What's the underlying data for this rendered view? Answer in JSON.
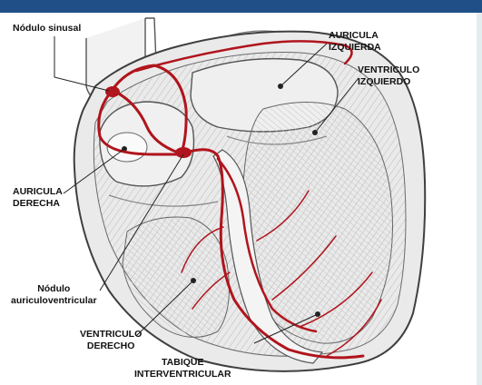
{
  "labels": {
    "sinus_node": "Nódulo sinusal",
    "left_atrium": "AURICULA\nIZQUIERDA",
    "left_ventricle": "VENTRICULO\nIZQUIERDO",
    "right_atrium": "AURICULA\nDERECHA",
    "av_node": "Nódulo\nauriculoventricular",
    "right_ventricle": "VENTRICULO\nDERECHO",
    "septum": "TABIQUE\nINTERVENTRICULAR"
  },
  "colors": {
    "conduction_path": "#b0141c",
    "outline": "#4a4a4a",
    "tissue": "#e6e6e6",
    "header_bar": "#1f4f86"
  }
}
